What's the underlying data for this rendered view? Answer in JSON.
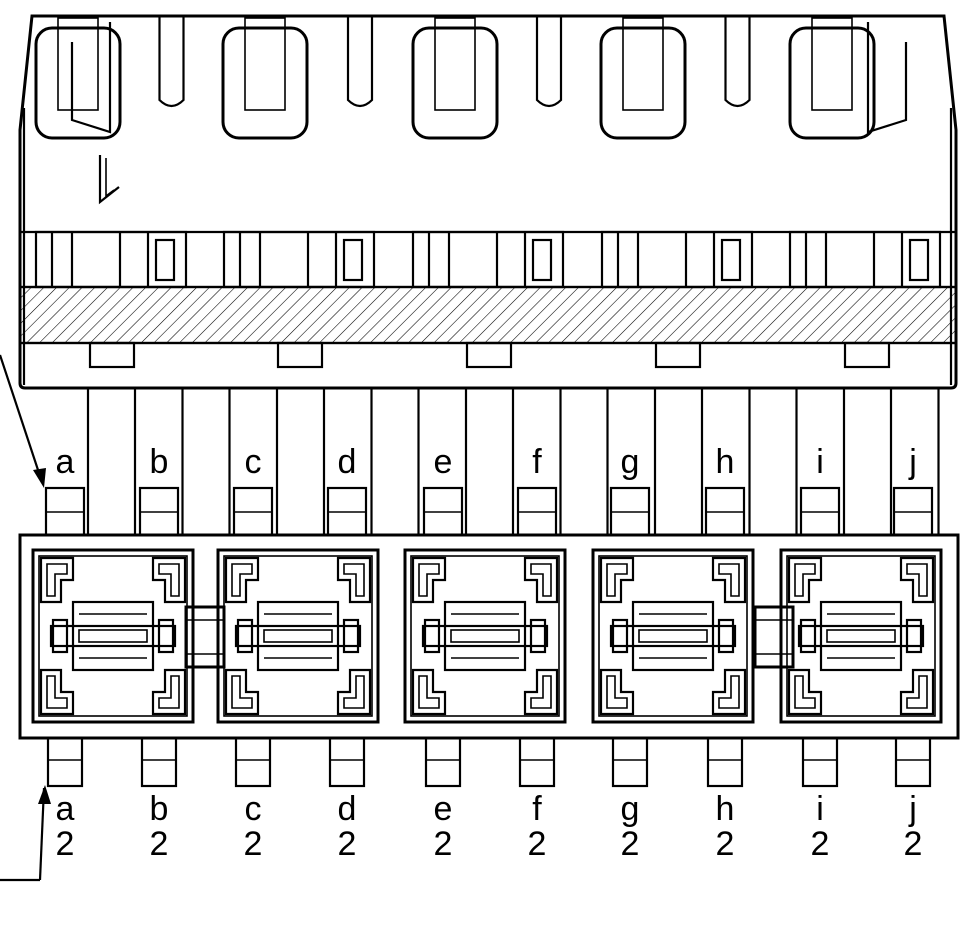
{
  "diagram": {
    "top_labels": [
      "a",
      "b",
      "c",
      "d",
      "e",
      "f",
      "g",
      "h",
      "i",
      "j"
    ],
    "bottom_labels": [
      "a",
      "b",
      "c",
      "d",
      "e",
      "f",
      "g",
      "h",
      "i",
      "j"
    ],
    "bottom_suffix": "2"
  }
}
